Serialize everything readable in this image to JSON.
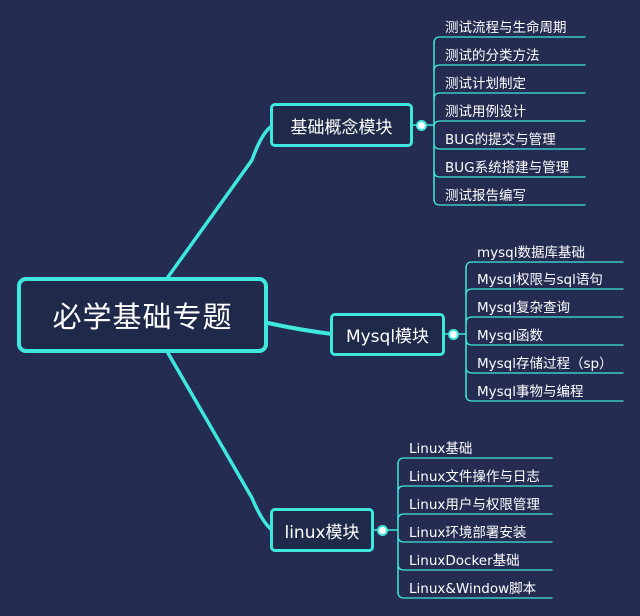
{
  "colors": {
    "background": "#242c52",
    "accent": "#3ee8dc",
    "node_fill": "#1f2a4a",
    "text": "#ffffff"
  },
  "root": {
    "label": "必学基础专题"
  },
  "branches": [
    {
      "label": "基础概念模块",
      "items": [
        "测试流程与生命周期",
        "测试的分类方法",
        "测试计划制定",
        "测试用例设计",
        "BUG的提交与管理",
        "BUG系统搭建与管理",
        "测试报告编写"
      ]
    },
    {
      "label": "Mysql模块",
      "items": [
        "mysql数据库基础",
        "Mysql权限与sql语句",
        "Mysql复杂查询",
        "Mysql函数",
        "Mysql存储过程（sp）",
        "Mysql事物与编程"
      ]
    },
    {
      "label": "linux模块",
      "items": [
        "Linux基础",
        "Linux文件操作与日志",
        "Linux用户与权限管理",
        "Linux环境部署安装",
        "LinuxDocker基础",
        "Linux&Window脚本"
      ]
    }
  ]
}
